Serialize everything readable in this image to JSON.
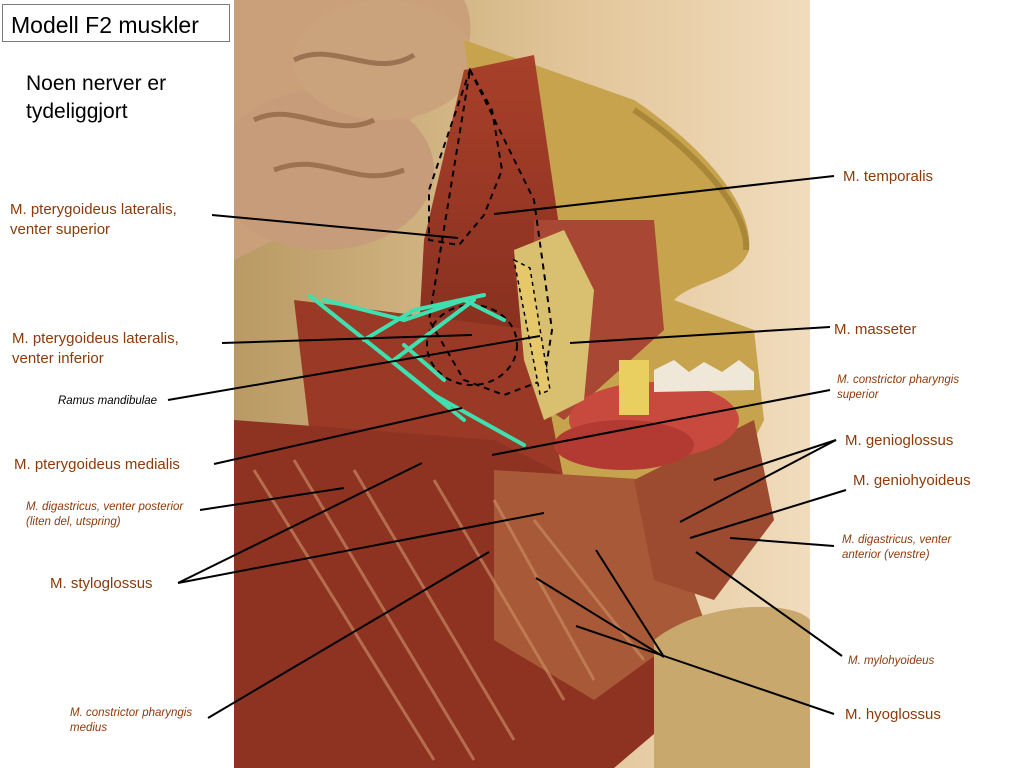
{
  "slide": {
    "title": "Modell F2 muskler",
    "subtitle": "Noen nerver er\ntydeliggjort"
  },
  "labels": {
    "temporalis": "M. temporalis",
    "ptery_lat_sup": "M. pterygoideus lateralis,\nventer superior",
    "ptery_lat_inf": "M. pterygoideus lateralis,\nventer inferior",
    "ramus": "Ramus mandibulae",
    "ptery_med": "M. pterygoideus medialis",
    "digastricus_post": "M. digastricus, venter posterior\n(liten del, utspring)",
    "styloglossus": "M. styloglossus",
    "constrictor_medius": "M. constrictor pharyngis\nmedius",
    "masseter": "M. masseter",
    "constrictor_superior": "M. constrictor pharyngis\nsuperior",
    "genioglossus": "M. genioglossus",
    "geniohyoideus": "M. geniohyoideus",
    "digastricus_ant": "M. digastricus, venter\nanterior (venstre)",
    "mylohyoideus": "M. mylohyoideus",
    "hyoglossus": "M. hyoglossus"
  },
  "colors": {
    "label_text": "#8b3a0a",
    "leader_line": "#000000",
    "nerve_highlight": "#3ee0b0",
    "photo_background": "#d9b98a"
  }
}
